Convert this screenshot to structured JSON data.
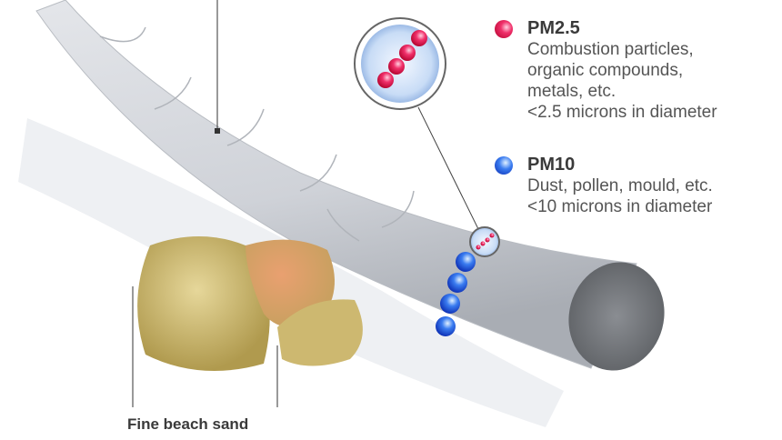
{
  "legend": [
    {
      "title": "PM2.5",
      "lines": [
        "Combustion particles,",
        "organic compounds,",
        "metals, etc.",
        "<2.5 microns in diameter"
      ],
      "color": "#e8204f"
    },
    {
      "title": "PM10",
      "lines": [
        "Dust, pollen, mould, etc.",
        "<10 microns in diameter"
      ],
      "color": "#2a5fe8"
    }
  ],
  "labels": {
    "sand": "Fine beach sand"
  }
}
